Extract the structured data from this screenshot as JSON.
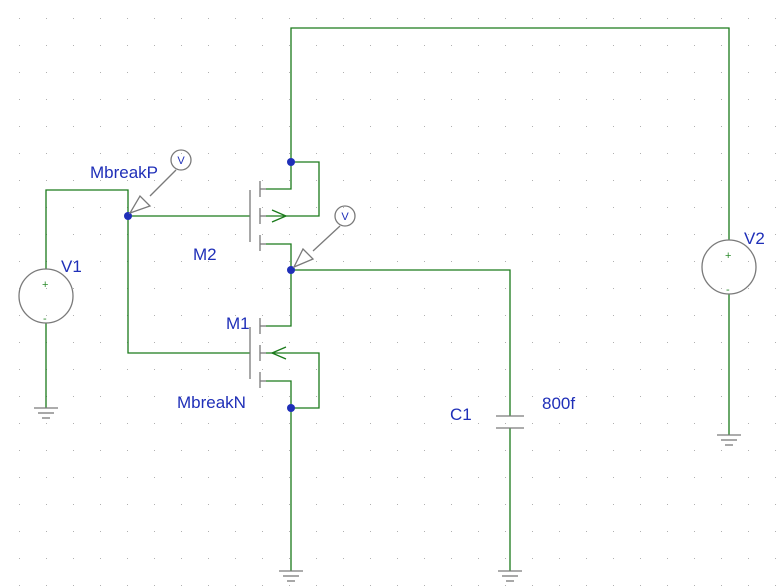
{
  "schematic": {
    "sources": {
      "v1": {
        "name": "V1",
        "plus": "+",
        "minus": "-"
      },
      "v2": {
        "name": "V2",
        "plus": "+",
        "minus": "-"
      }
    },
    "transistors": {
      "m1": {
        "name": "M1",
        "model": "MbreakN"
      },
      "m2": {
        "name": "M2",
        "model": "MbreakP"
      }
    },
    "capacitor": {
      "name": "C1",
      "value": "800f"
    },
    "probes": [
      {
        "symbol": "V"
      },
      {
        "symbol": "V"
      }
    ]
  },
  "colors": {
    "wire": "#1a7a1a",
    "part": "#7a7a7a",
    "label": "#1f2fb8",
    "node": "#1f2fb8",
    "grid": "#b0b0b0"
  }
}
